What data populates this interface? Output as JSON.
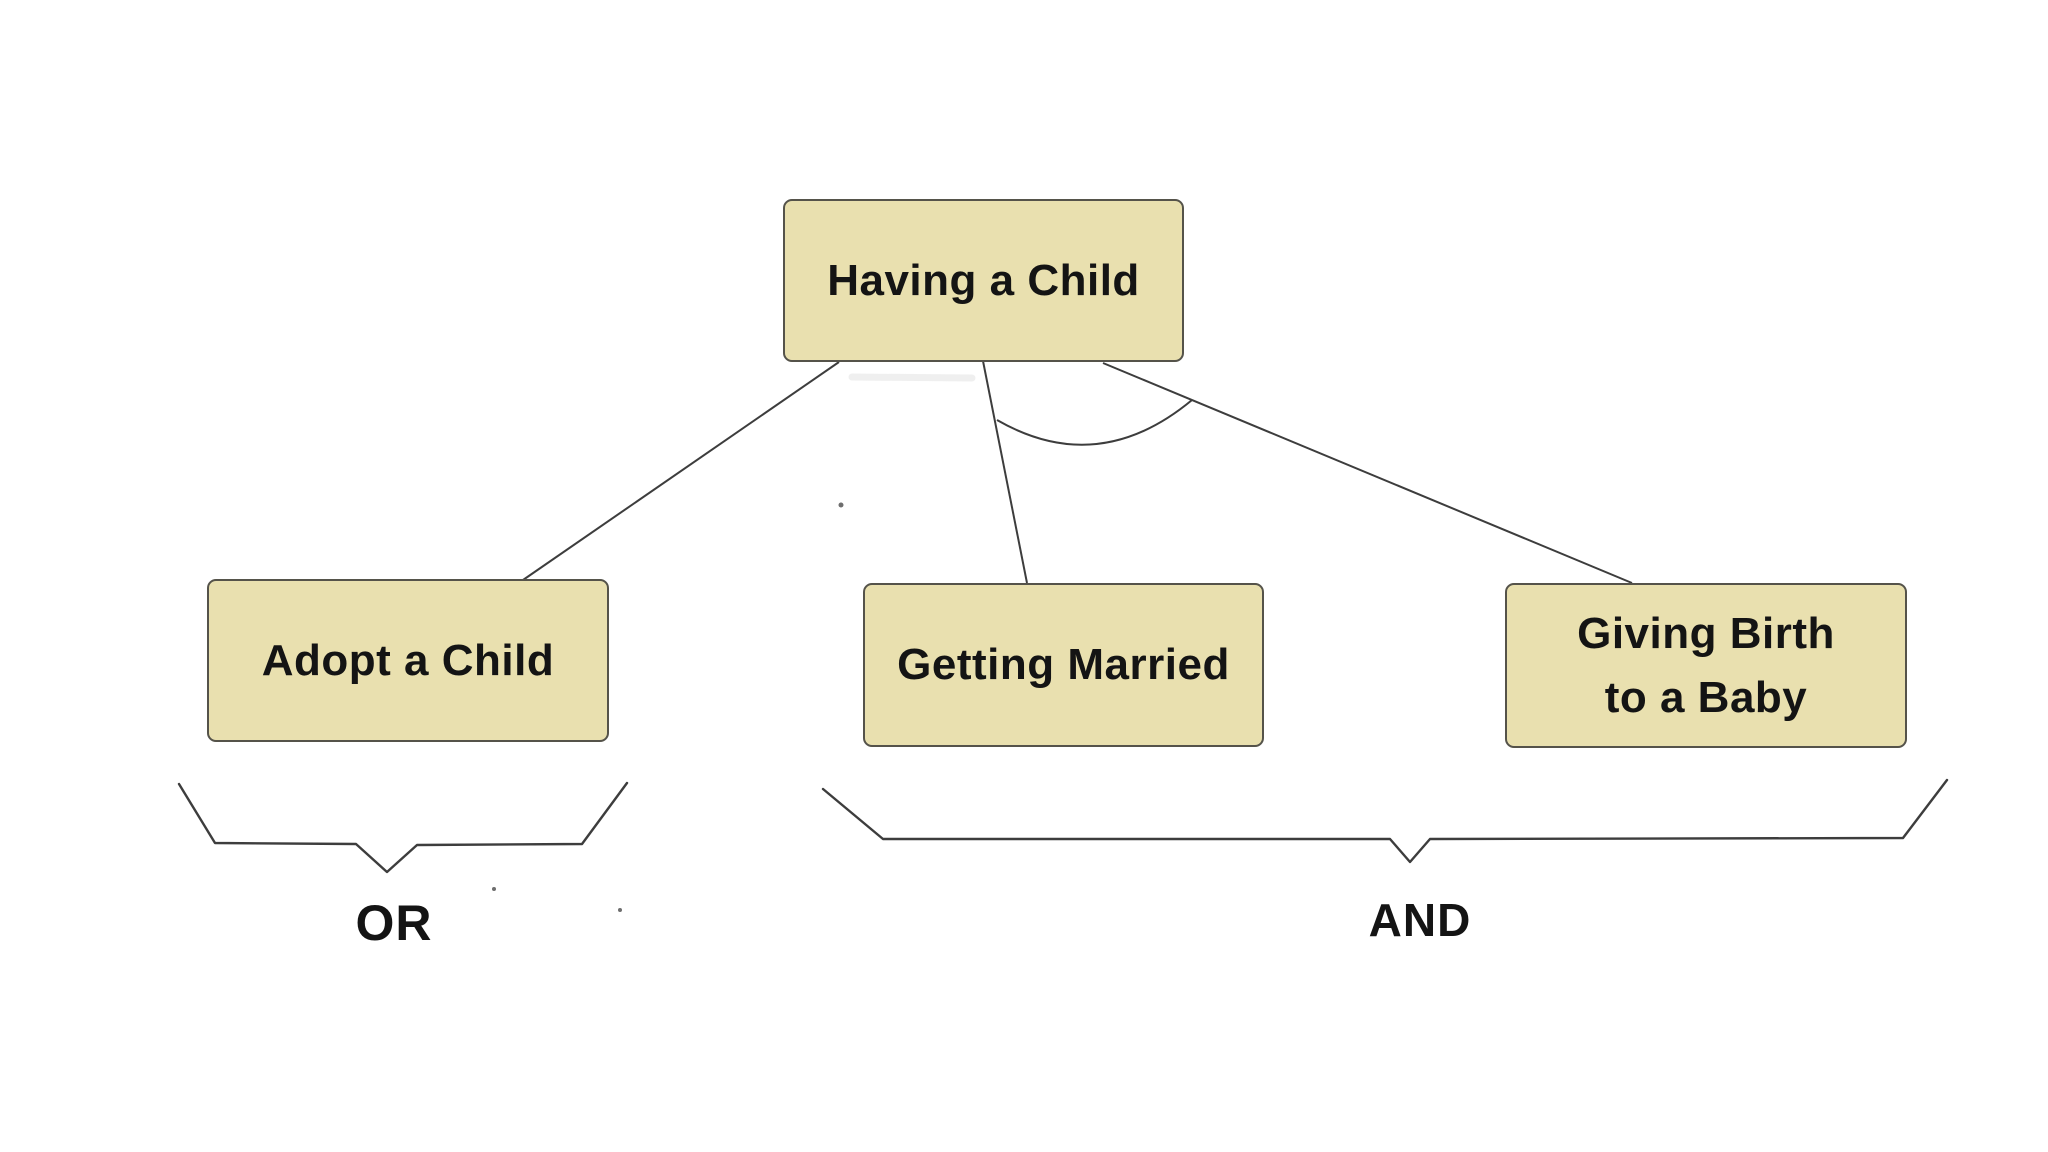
{
  "nodes": {
    "root": {
      "label": "Having a Child"
    },
    "adopt": {
      "label": "Adopt a Child"
    },
    "marry": {
      "label": "Getting Married"
    },
    "birth": {
      "label": "Giving Birth\nto a Baby"
    }
  },
  "operators": {
    "or": {
      "label": "OR"
    },
    "and": {
      "label": "AND"
    }
  },
  "edges": [
    {
      "from": "Having a Child",
      "to": "Adopt a Child"
    },
    {
      "from": "Having a Child",
      "to": "Getting Married"
    },
    {
      "from": "Having a Child",
      "to": "Giving Birth to a Baby"
    }
  ],
  "groups": [
    {
      "operator": "OR",
      "covers": [
        "Adopt a Child"
      ]
    },
    {
      "operator": "AND",
      "covers": [
        "Getting Married",
        "Giving Birth to a Baby"
      ]
    }
  ],
  "colors": {
    "background": "#ffffff",
    "node_fill": "#e9e0af",
    "node_border": "#55534a",
    "connector": "#3d3d3d",
    "label_text": "#141414"
  }
}
